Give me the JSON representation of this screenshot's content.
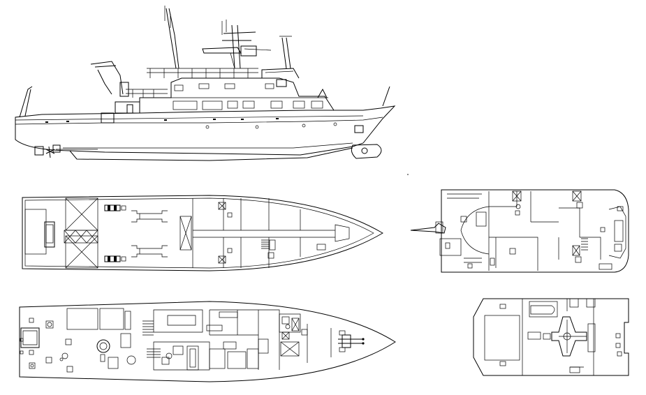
{
  "drawing": {
    "views": [
      {
        "id": "profile",
        "kind": "side-elevation"
      },
      {
        "id": "main-deck",
        "kind": "plan"
      },
      {
        "id": "lower-deck",
        "kind": "plan"
      },
      {
        "id": "bridge-deck",
        "kind": "plan"
      },
      {
        "id": "upper-deck",
        "kind": "plan"
      }
    ],
    "colors": {
      "ink": "#000000",
      "paper": "#ffffff"
    }
  }
}
